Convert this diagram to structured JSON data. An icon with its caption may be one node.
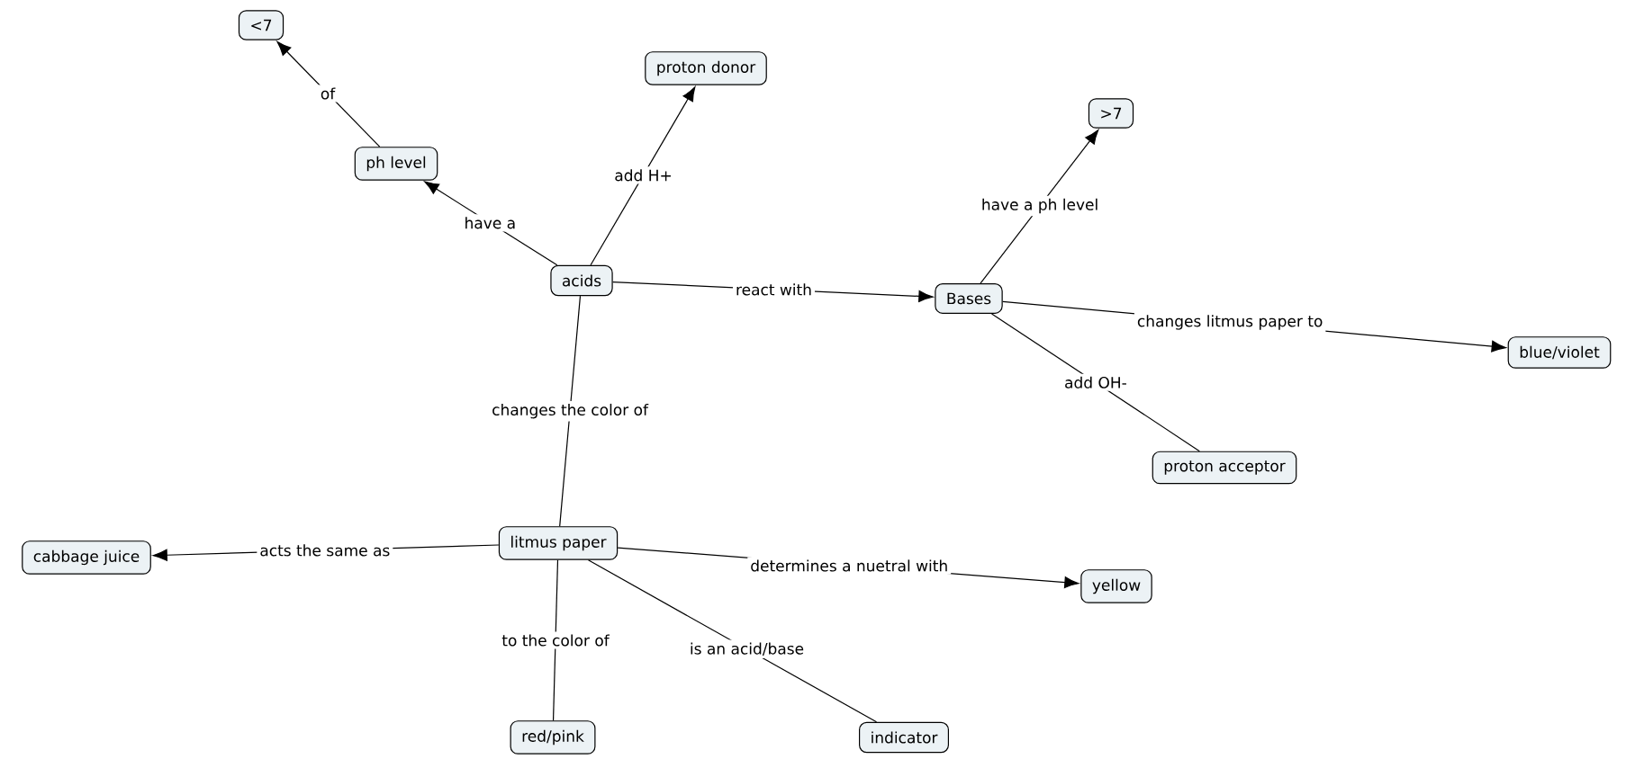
{
  "diagram": {
    "nodes": [
      {
        "text": [
          "<7"
        ]
      },
      {
        "text": [
          "ph  level"
        ]
      },
      {
        "text": [
          "proton donor"
        ]
      },
      {
        "text": [
          "acids"
        ]
      },
      {
        "text": [
          ">7"
        ]
      },
      {
        "text": [
          "Bases"
        ]
      },
      {
        "text": [
          "blue/violet"
        ]
      },
      {
        "text": [
          "proton acceptor"
        ]
      },
      {
        "text": [
          "cabbage juice"
        ]
      },
      {
        "text": [
          "litmus paper"
        ]
      },
      {
        "text": [
          "yellow"
        ]
      },
      {
        "text": [
          "red/pink"
        ]
      },
      {
        "text": [
          "indicator"
        ]
      }
    ],
    "edges": [
      {
        "from": 3,
        "to": 1,
        "arrow": "to",
        "label": "have a"
      },
      {
        "from": 1,
        "to": 0,
        "arrow": "to",
        "label": "of"
      },
      {
        "from": 3,
        "to": 2,
        "arrow": "to",
        "label": "add H+"
      },
      {
        "from": 3,
        "to": 5,
        "arrow": "to",
        "label": "react with"
      },
      {
        "from": 5,
        "to": 4,
        "arrow": "to",
        "label": "have a ph level"
      },
      {
        "from": 5,
        "to": 6,
        "arrow": "to",
        "label": "changes litmus paper to"
      },
      {
        "from": 5,
        "to": 7,
        "arrow": "none",
        "label": "add OH-"
      },
      {
        "from": 3,
        "to": 9,
        "arrow": "none",
        "label": "changes the color of"
      },
      {
        "from": 9,
        "to": 8,
        "arrow": "to",
        "label": "acts the same as"
      },
      {
        "from": 9,
        "to": 10,
        "arrow": "to",
        "label": "determines a nuetral with"
      },
      {
        "from": 9,
        "to": 11,
        "arrow": "none",
        "label": "to the color of"
      },
      {
        "from": 9,
        "to": 12,
        "arrow": "none",
        "label": "is an acid/base"
      }
    ]
  }
}
